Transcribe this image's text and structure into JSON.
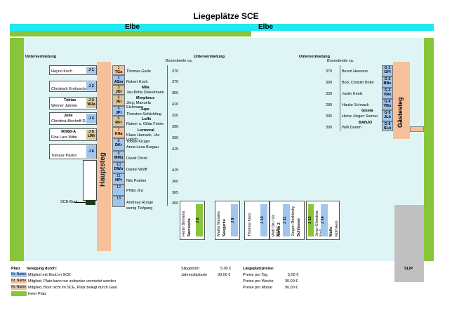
{
  "title": "Liegeplätze SCE",
  "river": {
    "left": "Elbe",
    "right": "Elbe"
  },
  "untervermietung": "Untervermietung",
  "boxenbreite": "Boxenbreite ca.",
  "sce_boot": "SCE-Boot",
  "hauptsteg": "Hauptsteg",
  "gaestesteg": "Gästesteg",
  "slip": "SLIP",
  "left_boxes": [
    {
      "id": "J 1",
      "owner": "Hayno Koch",
      "boat": "",
      "code": ""
    },
    {
      "id": "J 2",
      "owner": "Christoph Endruschat",
      "boat": "",
      "code": ""
    },
    {
      "id": "J 3",
      "owner": "Werner Jahnke",
      "boat": "Tobias",
      "code": "WJa"
    },
    {
      "id": "J 4",
      "owner": "Christina Bischoff-D.",
      "boat": "Jolle",
      "code": ""
    },
    {
      "id": "J 5",
      "owner": "Fine Lars Witte",
      "boat": "90980-A",
      "code": "LWi"
    },
    {
      "id": "J 6",
      "owner": "Tomasz Pastor",
      "boat": "",
      "code": ""
    }
  ],
  "main_berths": [
    {
      "num": "1",
      "code": "TGa",
      "owner": "Thomas Gade",
      "boat": "",
      "width": "370"
    },
    {
      "num": "2",
      "code": "ASm",
      "owner": "Robert Koch",
      "boat": "",
      "width": "370"
    },
    {
      "num": "3",
      "code": "JDi",
      "owner": "Jan,Britta Diekelmann",
      "boat": "Mila",
      "width": "350"
    },
    {
      "num": "4",
      "code": "JEi",
      "owner": "Jörg, Manuela Eickmann",
      "boat": "Morpheus",
      "width": "410"
    },
    {
      "num": "5",
      "code": "JPi",
      "owner": "Thorsten Schlichting",
      "boat": "Jupe",
      "width": "320"
    },
    {
      "num": "6",
      "code": "RFr",
      "owner": "Rainer u. Gilda Fricke",
      "boat": "Luffs",
      "width": "390"
    },
    {
      "num": "7",
      "code": "KHa",
      "owner": "Klaus Hamaek, Ute Lubich",
      "boat": "Lormoral",
      "width": "390"
    },
    {
      "num": "8",
      "code": "DKr",
      "owner": "Tobias Krüger",
      "boat": "",
      "width": "415"
    },
    {
      "num": "9",
      "code": "MMü",
      "owner": "Anna Lena Burgau",
      "boat": "",
      "width": ""
    },
    {
      "num": "10",
      "code": "DWu",
      "owner": "David Christ",
      "boat": "",
      "width": "415"
    },
    {
      "num": "11",
      "code": "NPr",
      "owner": "Daniel Wolff",
      "boat": "",
      "width": "360"
    },
    {
      "num": "12",
      "code": "",
      "owner": "Nils Prahler",
      "boat": "",
      "width": "365"
    },
    {
      "num": "13",
      "code": "",
      "owner": "Philip Jira",
      "boat": "",
      "width": "300"
    },
    {
      "num": "",
      "code": "",
      "owner": "Andreas Runge",
      "boat": "",
      "width": ""
    }
  ],
  "main_extra": "wenig Tiefgang",
  "guest_berths": [
    {
      "id": "G 1",
      "code": "GPi",
      "owner": "Bernd Heerens",
      "boat": "",
      "width": "370"
    },
    {
      "id": "G 2",
      "code": "BBe",
      "owner": "Bob, Christin Bolte",
      "boat": "",
      "width": "300"
    },
    {
      "id": "G 3",
      "code": "VRe",
      "owner": "Justin Keelz",
      "boat": "",
      "width": "330"
    },
    {
      "id": "G 4",
      "code": "VBu",
      "owner": "Hauke Schnack",
      "boat": "",
      "width": "280"
    },
    {
      "id": "G 5",
      "code": "JLü",
      "owner": "Heinz Jürgen Siemer",
      "boat": "Gisela",
      "width": "335"
    },
    {
      "id": "G 6",
      "code": "SLö",
      "owner": "Willi Damm",
      "boat": "BANJO",
      "width": "300"
    }
  ],
  "bottom_berths": [
    {
      "label": "Henin Behrens",
      "boat": "Sacrescia",
      "id": "J 8"
    },
    {
      "label": "Marko Manske",
      "boat": "Seegurke",
      "id": "J 9"
    },
    {
      "label": "Thomas Kietz",
      "boat": "",
      "id": "J 10"
    },
    {
      "label": "Wolf Ott / Uli Müller",
      "boat": "Nemo 2",
      "id": "J 11"
    },
    {
      "label": "Jürgen Rozkinsky",
      "boat": "Schlosser",
      "id": "J 12"
    },
    {
      "label": "Jens+Christina Moll",
      "boat": "Mulle",
      "id": "J 14"
    },
    {
      "label": "Rolf Hein",
      "boat": "",
      "id": "J 13"
    }
  ],
  "legend": {
    "title": "Platz",
    "header": "belegung durch:",
    "items": [
      {
        "swatch": "Nr. Name",
        "text": "Mitglied mit Boot im SCE",
        "color": "#9fc6ee"
      },
      {
        "swatch": "Nr. Name",
        "text": "Mitglied, Platz kann nur zeitweise vermietet werden",
        "color": "#f6c19a"
      },
      {
        "swatch": "Nr. Name",
        "text": "Mitglied, Boot nicht im SCE, Platz belegt durch Gast",
        "color": "#d8c594"
      },
      {
        "swatch": "",
        "text": "freier Platz",
        "color": "#88c53a"
      }
    ]
  },
  "fees": {
    "items": [
      {
        "label": "Slipgebühr",
        "value": "5,00 €"
      },
      {
        "label": "Jahresslipkarte",
        "value": "30,00 €"
      }
    ],
    "prices_title": "Liegeplatzpreise:",
    "prices": [
      {
        "label": "Preise pro Tag",
        "value": "5,00 €"
      },
      {
        "label": "Preise pro Woche",
        "value": "30,00 €"
      },
      {
        "label": "Preise pro Monat",
        "value": "90,00 €"
      }
    ]
  },
  "colors": {
    "river": "#20e8f0",
    "land": "#88c53a",
    "peach": "#f6c19a",
    "blue": "#9fc6ee",
    "tan": "#d8c594"
  }
}
